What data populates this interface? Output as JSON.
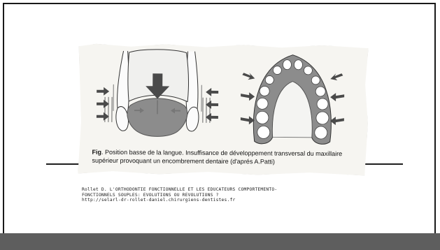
{
  "figure": {
    "caption_lead": "Fig",
    "caption_text": ". Position basse de la langue. Insuffisance de développement transversal du maxillaire supérieur provoquant un encombrement dentaire (d'aprés A.Patti)"
  },
  "reference": {
    "line1": "Rollet D. L'ORTHODONTIE FONCTIONNELLE ET LES EDUCATEURS COMPORTEMENTO-",
    "line2": "FONCTIONNELS SOUPLES: EVOLUTIONS OU REVOLUTIONS ?",
    "url": "http://selarl-dr-rollet-daniel.chirurgiens-dentistes.fr"
  },
  "colors": {
    "bottom_bar": "#5e5e5e",
    "frame": "#1a1a1a",
    "tongue": "#8c8c8c",
    "arrow": "#4a4a4a"
  }
}
